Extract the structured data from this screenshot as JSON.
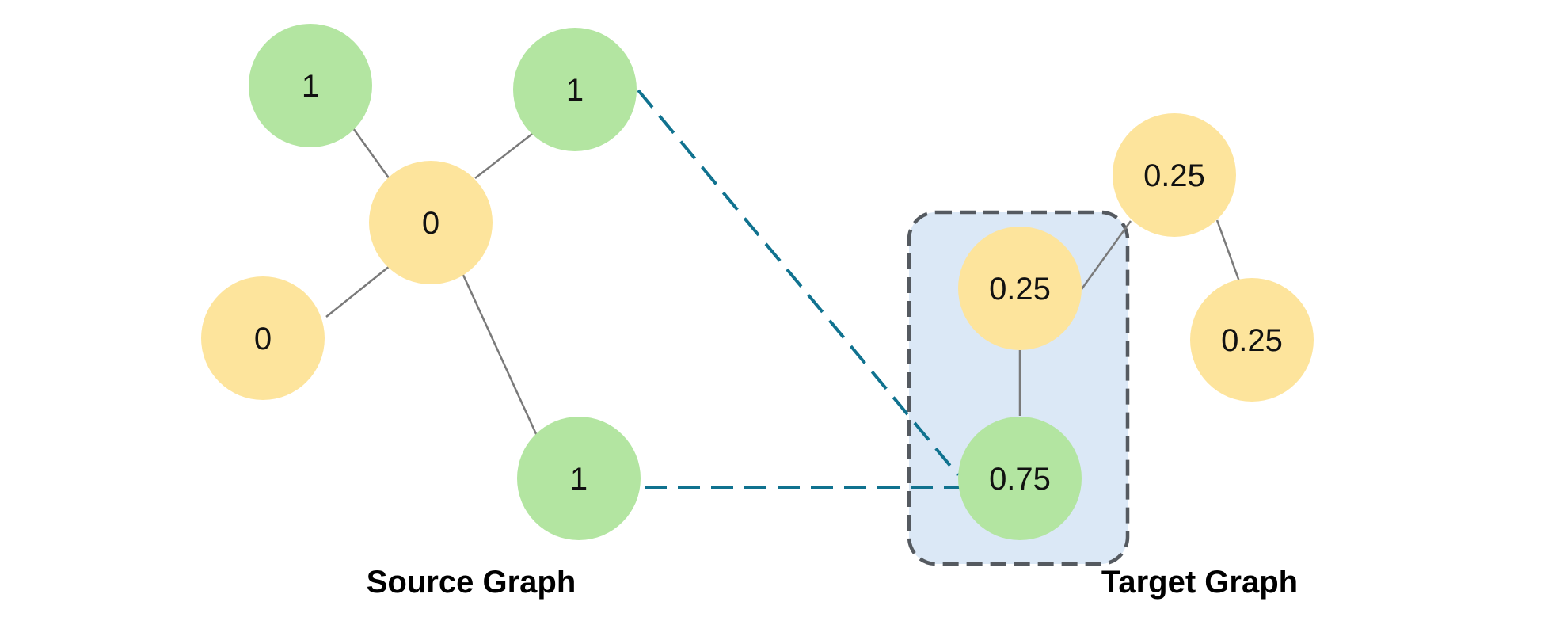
{
  "colors": {
    "green_node": "#b3e5a1",
    "yellow_node": "#fde49c",
    "link": "#10728f",
    "highlight_fill": "#dbe8f6",
    "highlight_border": "#555a60",
    "edge": "#7a7a7a"
  },
  "source_graph": {
    "caption": "Source Graph",
    "nodes": [
      {
        "id": "s_top_left",
        "label": "1",
        "color": "green"
      },
      {
        "id": "s_top_right",
        "label": "1",
        "color": "green"
      },
      {
        "id": "s_center",
        "label": "0",
        "color": "yellow"
      },
      {
        "id": "s_left",
        "label": "0",
        "color": "yellow"
      },
      {
        "id": "s_bottom",
        "label": "1",
        "color": "green"
      }
    ],
    "edges": [
      [
        "s_top_left",
        "s_center"
      ],
      [
        "s_top_right",
        "s_center"
      ],
      [
        "s_left",
        "s_center"
      ],
      [
        "s_bottom",
        "s_center"
      ]
    ]
  },
  "target_graph": {
    "caption": "Target Graph",
    "nodes": [
      {
        "id": "t_top",
        "label": "0.25",
        "color": "yellow"
      },
      {
        "id": "t_highlight_top",
        "label": "0.25",
        "color": "yellow"
      },
      {
        "id": "t_right",
        "label": "0.25",
        "color": "yellow"
      },
      {
        "id": "t_highlight_bottom",
        "label": "0.75",
        "color": "green"
      }
    ],
    "edges": [
      [
        "t_highlight_top",
        "t_top"
      ],
      [
        "t_top",
        "t_right"
      ],
      [
        "t_highlight_top",
        "t_highlight_bottom"
      ]
    ]
  },
  "cross_links": [
    [
      "s_top_right",
      "t_highlight_bottom"
    ],
    [
      "s_bottom",
      "t_highlight_bottom"
    ]
  ]
}
